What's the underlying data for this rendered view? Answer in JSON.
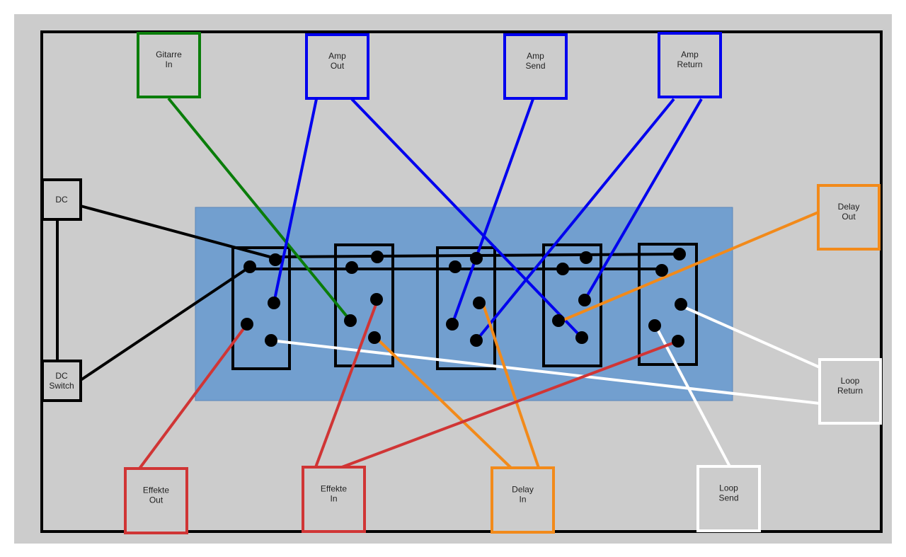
{
  "diagram": {
    "title": "",
    "colors": {
      "background": "#cccccc",
      "enclosure": "#000000",
      "panel": "#729fcf",
      "green": "#0a7d0a",
      "blue": "#0000ee",
      "red": "#d03535",
      "orange": "#f28a1a",
      "white": "#ffffff",
      "black": "#000000",
      "solder": "#000000"
    },
    "connectors": [
      {
        "id": "gitarre-in",
        "lines": [
          "Gitarre",
          "In"
        ],
        "color": "green"
      },
      {
        "id": "amp-out",
        "lines": [
          "Amp",
          "Out"
        ],
        "color": "blue"
      },
      {
        "id": "amp-send",
        "lines": [
          "Amp",
          "Send"
        ],
        "color": "blue"
      },
      {
        "id": "amp-return",
        "lines": [
          "Amp",
          "Return"
        ],
        "color": "blue"
      },
      {
        "id": "delay-out",
        "lines": [
          "Delay",
          "Out"
        ],
        "color": "orange"
      },
      {
        "id": "loop-return",
        "lines": [
          "Loop",
          "Return"
        ],
        "color": "white"
      },
      {
        "id": "loop-send",
        "lines": [
          "Loop",
          "Send"
        ],
        "color": "white"
      },
      {
        "id": "delay-in",
        "lines": [
          "Delay",
          "In"
        ],
        "color": "orange"
      },
      {
        "id": "effekte-in",
        "lines": [
          "Effekte",
          "In"
        ],
        "color": "red"
      },
      {
        "id": "effekte-out",
        "lines": [
          "Effekte",
          "Out"
        ],
        "color": "red"
      },
      {
        "id": "dc",
        "lines": [
          "DC"
        ],
        "color": "black"
      },
      {
        "id": "dc-switch",
        "lines": [
          "DC",
          "Switch"
        ],
        "color": "black"
      }
    ],
    "switches": [
      {
        "id": "switch-1"
      },
      {
        "id": "switch-2"
      },
      {
        "id": "switch-3"
      },
      {
        "id": "switch-4"
      },
      {
        "id": "switch-5"
      }
    ],
    "wires": [
      {
        "from": "gitarre-in",
        "to": "switch-2 lug",
        "color": "green"
      },
      {
        "from": "amp-out",
        "to": "switch-1 lug",
        "color": "blue"
      },
      {
        "from": "amp-out",
        "to": "switch-4 lug",
        "color": "blue"
      },
      {
        "from": "amp-send",
        "to": "switch-3 lug",
        "color": "blue"
      },
      {
        "from": "amp-return",
        "to": "switch-3 lug",
        "color": "blue"
      },
      {
        "from": "amp-return",
        "to": "switch-4 lug",
        "color": "blue"
      },
      {
        "from": "delay-out",
        "to": "switch-4 lug",
        "color": "orange"
      },
      {
        "from": "loop-return",
        "to": "switch-5 lug",
        "color": "white"
      },
      {
        "from": "loop-return",
        "to": "switch-1 lug",
        "color": "white"
      },
      {
        "from": "loop-send",
        "to": "switch-5 lug",
        "color": "white"
      },
      {
        "from": "delay-in",
        "to": "switch-2 lug",
        "color": "orange"
      },
      {
        "from": "delay-in",
        "to": "switch-3 lug",
        "color": "orange"
      },
      {
        "from": "effekte-in",
        "to": "switch-2 lug",
        "color": "red"
      },
      {
        "from": "effekte-in",
        "to": "switch-5 lug",
        "color": "red"
      },
      {
        "from": "effekte-out",
        "to": "switch-1 lug",
        "color": "red"
      },
      {
        "from": "dc",
        "to": "switch-1 LED bus",
        "color": "black"
      },
      {
        "from": "dc-switch",
        "to": "switch-1 LED bus",
        "color": "black"
      },
      {
        "from": "dc",
        "to": "dc-switch",
        "color": "black"
      }
    ]
  }
}
